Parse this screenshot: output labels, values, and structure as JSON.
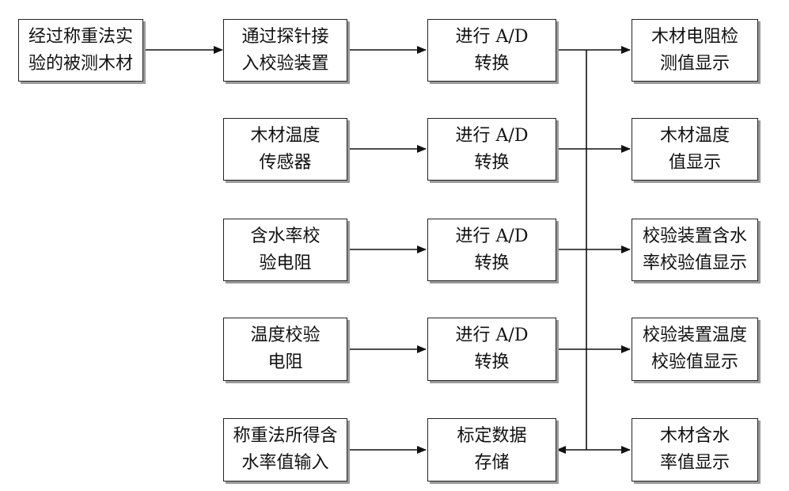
{
  "nodes": {
    "sample": {
      "lines": [
        "经过称重法实",
        "验的被测木材"
      ]
    },
    "probe": {
      "lines": [
        "通过探针接",
        "入校验装置"
      ]
    },
    "ad1": {
      "lines": [
        "进行 A/D",
        "转换"
      ]
    },
    "resdisp": {
      "lines": [
        "木材电阻检",
        "测值显示"
      ]
    },
    "tempsensor": {
      "lines": [
        "木材温度",
        "传感器"
      ]
    },
    "ad2": {
      "lines": [
        "进行 A/D",
        "转换"
      ]
    },
    "tempdisp": {
      "lines": [
        "木材温度",
        "值显示"
      ]
    },
    "mcres": {
      "lines": [
        "含水率校",
        "验电阻"
      ]
    },
    "ad3": {
      "lines": [
        "进行 A/D",
        "转换"
      ]
    },
    "mcdisp": {
      "lines": [
        "校验装置含水",
        "率校验值显示"
      ]
    },
    "tempres": {
      "lines": [
        "温度校验",
        "电阻"
      ]
    },
    "ad4": {
      "lines": [
        "进行 A/D",
        "转换"
      ]
    },
    "tcdisp": {
      "lines": [
        "校验装置温度",
        "校验值显示"
      ]
    },
    "gravinput": {
      "lines": [
        "称重法所得含",
        "水率值输入"
      ]
    },
    "store": {
      "lines": [
        "标定数据",
        "存储"
      ]
    },
    "mcwood": {
      "lines": [
        "木材含水",
        "率值显示"
      ]
    }
  }
}
